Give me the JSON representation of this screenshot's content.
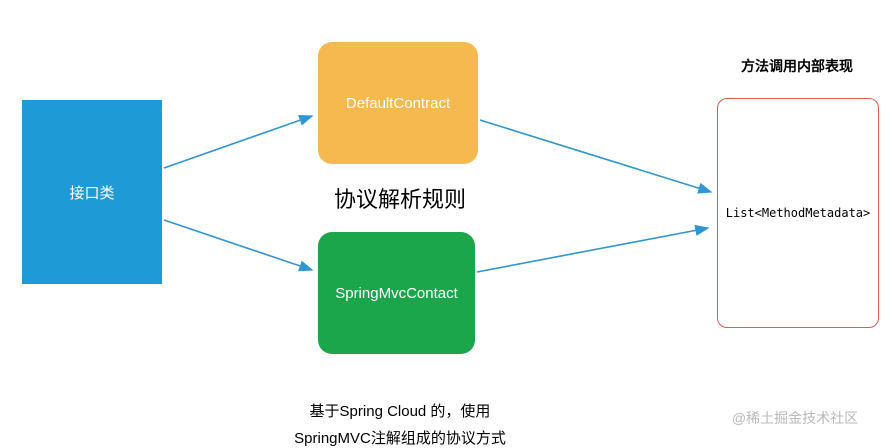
{
  "diagram": {
    "interface_node": {
      "label": "接口类",
      "color": "#1e9ad6"
    },
    "default_contract_node": {
      "label": "DefaultContract",
      "color": "#f6b94f"
    },
    "spring_mvc_node": {
      "label": "SpringMvcContact",
      "color": "#1ca64b"
    },
    "center_label": "协议解析规则",
    "right_title": "方法调用内部表现",
    "result_node": {
      "label": "List<MethodMetadata>",
      "border_color": "#e05b52"
    },
    "caption_line1": "基于Spring Cloud 的，使用",
    "caption_line2": "SpringMVC注解组成的协议方式",
    "watermark": "@稀土掘金技术社区",
    "arrow_color": "#2e96d2"
  }
}
